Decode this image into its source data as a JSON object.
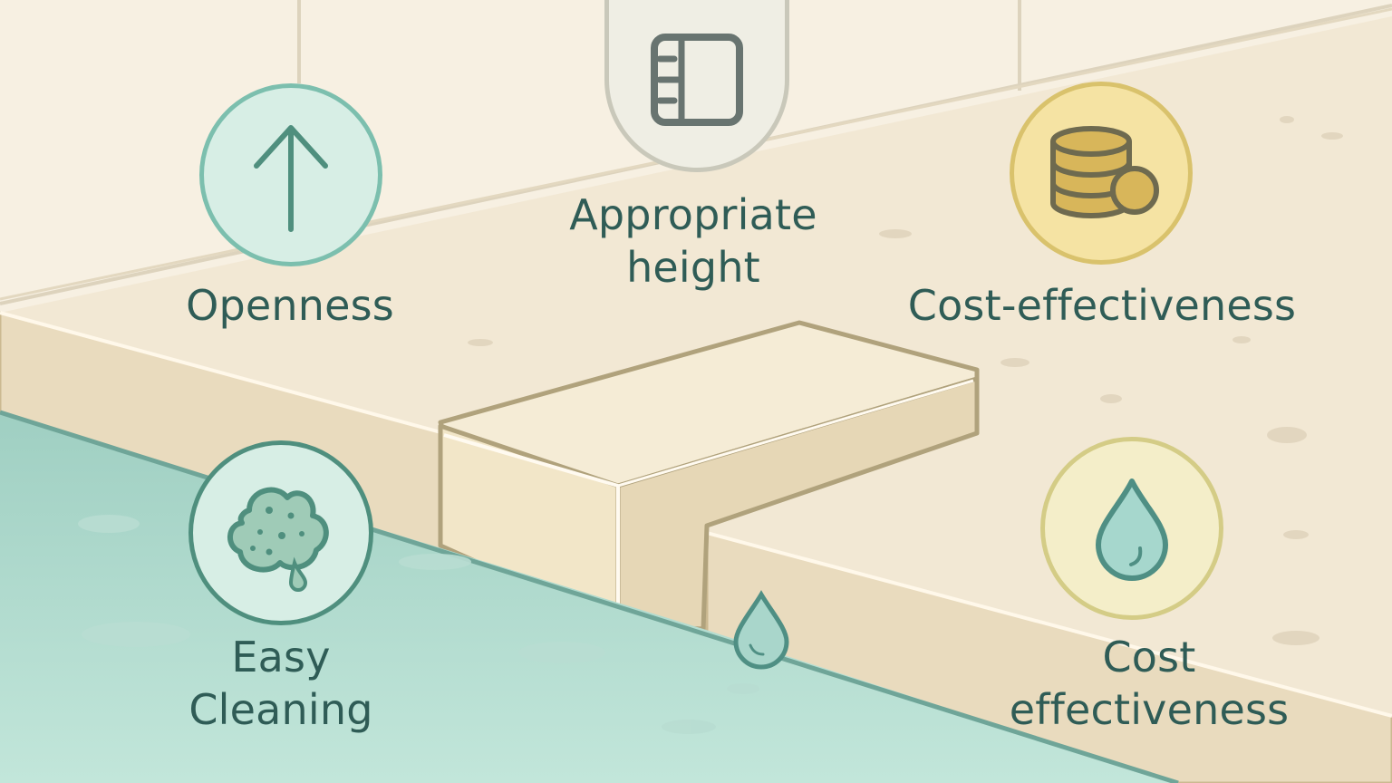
{
  "features": {
    "openness": {
      "label": "Openness",
      "icon": "arrow-up-icon",
      "color": "#7cbfae"
    },
    "height": {
      "line1": "Appropriate",
      "line2": "height",
      "icon": "height-gauge-icon",
      "color": "#c9c8ba"
    },
    "cost_top": {
      "label": "Cost-effectiveness",
      "icon": "coin-stack-icon",
      "color": "#dcc56e"
    },
    "cleaning": {
      "line1": "Easy",
      "line2": "Cleaning",
      "icon": "stain-icon",
      "color": "#7cbfae"
    },
    "cost_bottom": {
      "line1": "Cost",
      "line2": "effectiveness",
      "icon": "water-drop-icon",
      "color": "#d4cc86"
    }
  },
  "scene": {
    "icon": "water-drop-icon",
    "water_color": "#a7d2c6",
    "tile_color": "#f3ead8",
    "threshold_color": "#efe2c6"
  }
}
